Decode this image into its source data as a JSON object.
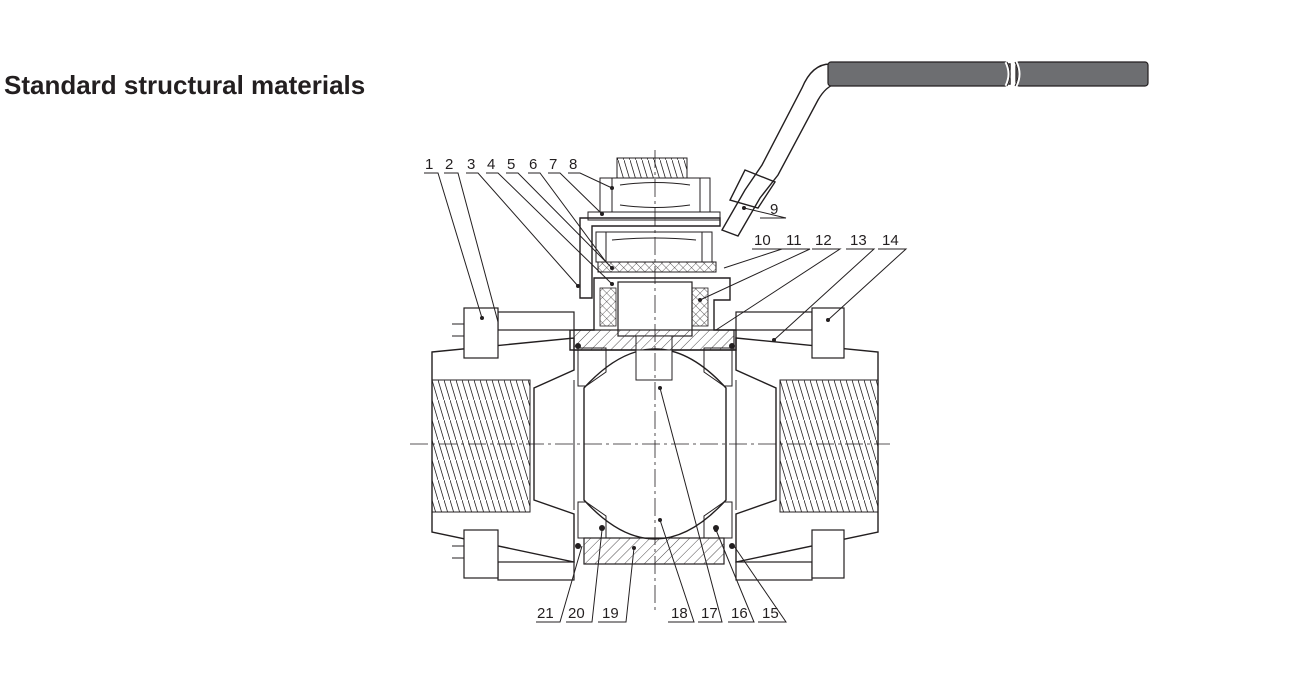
{
  "title": "Standard structural materials",
  "colors": {
    "ink": "#231f20",
    "handle_grip": "#6d6e71",
    "background": "#ffffff"
  },
  "callouts": {
    "top": [
      "1",
      "2",
      "3",
      "4",
      "5",
      "6",
      "7",
      "8"
    ],
    "handle": "9",
    "right": [
      "10",
      "11",
      "12",
      "13",
      "14"
    ],
    "bottom": [
      "21",
      "20",
      "19",
      "18",
      "17",
      "16",
      "15"
    ]
  }
}
